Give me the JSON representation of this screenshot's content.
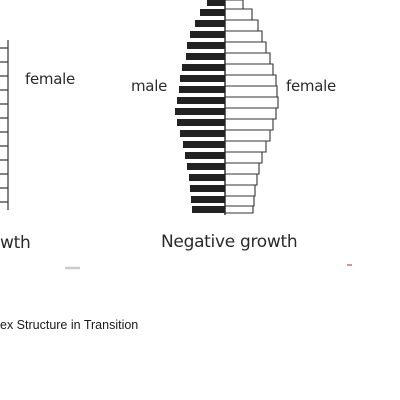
{
  "left_pyramid": {
    "female_label": "female",
    "caption": "wth"
  },
  "right_pyramid": {
    "male_label": "male",
    "female_label": "female",
    "caption": "Negative growth"
  },
  "figure_caption": "ex Structure in Transition",
  "colors": {
    "ink": "#1a1a1a",
    "male_bars": "#222222",
    "female_outline": "#333333",
    "stray_gray": "#cccccc",
    "stray_red": "#d66a6a"
  }
}
